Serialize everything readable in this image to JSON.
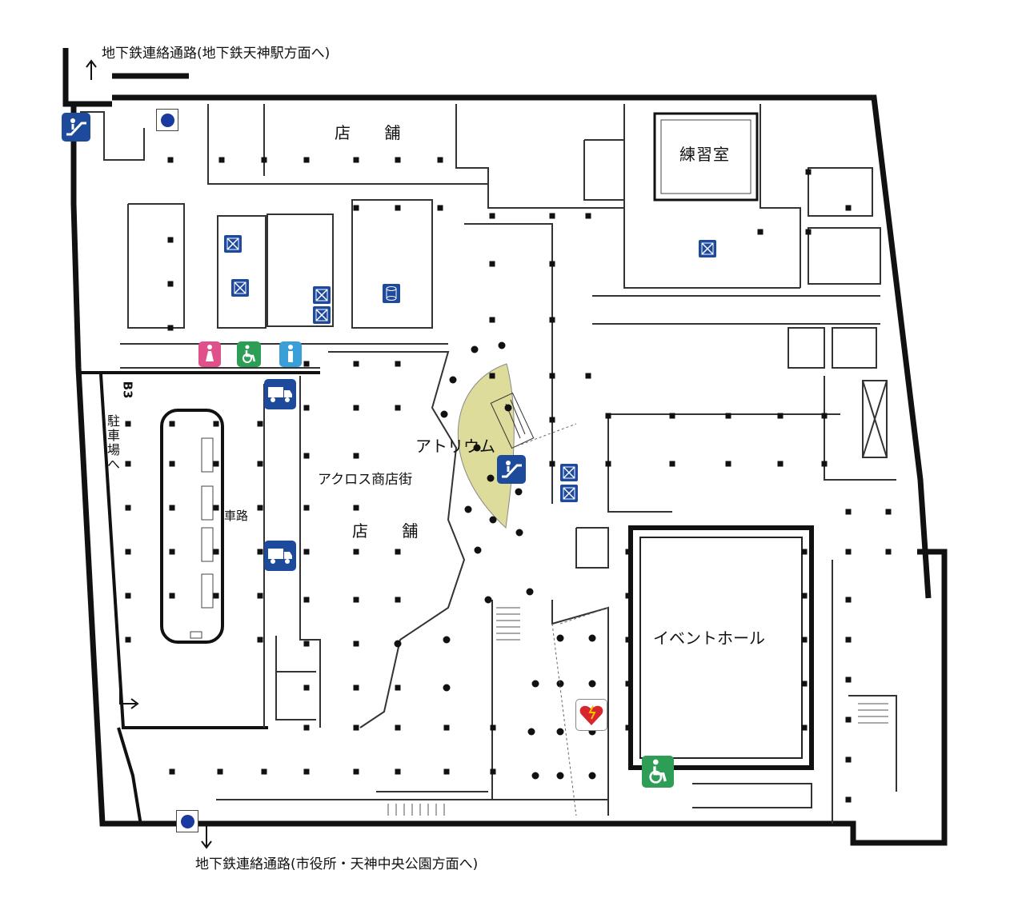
{
  "map": {
    "top_caption": "地下鉄連絡通路(地下鉄天神駅方面へ)",
    "bottom_caption": "地下鉄連絡通路(市役所・天神中央公園方面へ)",
    "floor_code": "B3",
    "rooms": {
      "shops_top": "店 舗",
      "practice_room": "練習室",
      "atrium": "アトリウム",
      "arcade": "アクロス商店街",
      "shops_center": "店 舗",
      "event_hall": "イベントホール",
      "roadway": "車路",
      "parking": "駐車場へ"
    },
    "icon_names": {
      "escalator": "escalator-icon",
      "elevator": "elevator-icon",
      "restroom_women": "women-restroom-icon",
      "restroom_accessible": "wheelchair-icon",
      "restroom_men": "men-restroom-icon",
      "delivery_truck": "truck-icon",
      "aed": "aed-heart-icon",
      "exit_marker": "circle-marker-icon"
    },
    "colors": {
      "icon_blue": "#1e4a9c",
      "restroom_pink": "#e0508a",
      "restroom_green": "#2e9e56",
      "restroom_cyan": "#3a9fd8",
      "atrium_fill": "#dedc9a",
      "aed_red": "#d8252e",
      "wall": "#111111"
    }
  }
}
